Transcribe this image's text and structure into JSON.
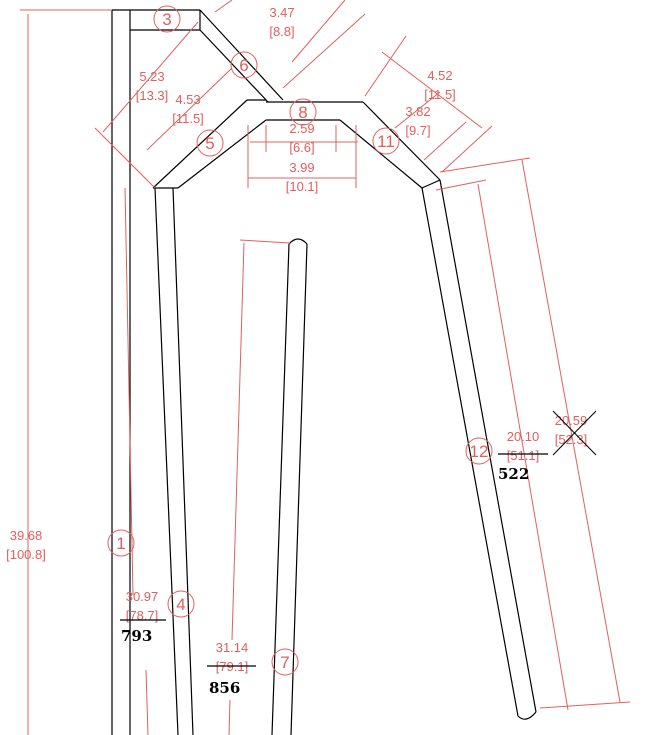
{
  "dimensions": {
    "d1": {
      "in": "3.47",
      "mm": "[8.8]"
    },
    "d2": {
      "in": "5.23",
      "mm": "[13.3]"
    },
    "d3": {
      "in": "4.53",
      "mm": "[11.5]"
    },
    "d4": {
      "in": "2.59",
      "mm": "[6.6]"
    },
    "d5": {
      "in": "3.99",
      "mm": "[10.1]"
    },
    "d6": {
      "in": "4.52",
      "mm": "[11.5]"
    },
    "d7": {
      "in": "3.82",
      "mm": "[9.7]"
    },
    "d8": {
      "in": "39.68",
      "mm": "[100.8]"
    },
    "d9": {
      "in": "30.97",
      "mm": "[78.7]"
    },
    "d10": {
      "in": "31.14",
      "mm": "[79.1]"
    },
    "d11": {
      "in": "20.10",
      "mm": "[51.1]"
    },
    "d12": {
      "in": "20.59",
      "mm": "[52.3]"
    }
  },
  "bubbles": [
    "1",
    "3",
    "4",
    "5",
    "6",
    "7",
    "8",
    "11",
    "12"
  ],
  "handwritten": {
    "h1": "793",
    "h2": "856",
    "h3": "522"
  },
  "colors": {
    "dimension": "#e06060",
    "geometry": "#000000"
  }
}
